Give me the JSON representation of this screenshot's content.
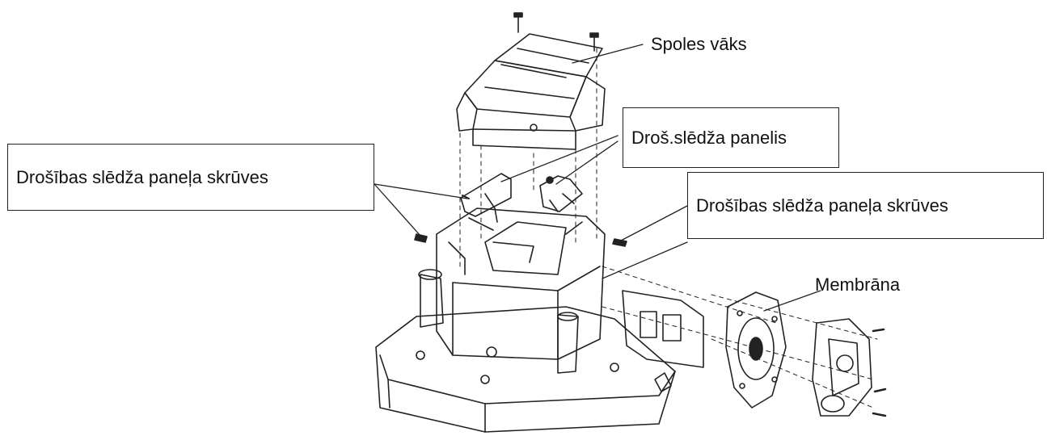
{
  "labels": {
    "coil_cover": "Spoles vāks",
    "switch_panel": "Droš.slēdža panelis",
    "switch_panel_screws_left": "Drošības slēdža paneļa skrūves",
    "switch_panel_screws_right": "Drošības slēdža paneļa skrūves",
    "membrane": "Membrāna"
  },
  "colors": {
    "line": "#222222",
    "background": "#ffffff"
  }
}
